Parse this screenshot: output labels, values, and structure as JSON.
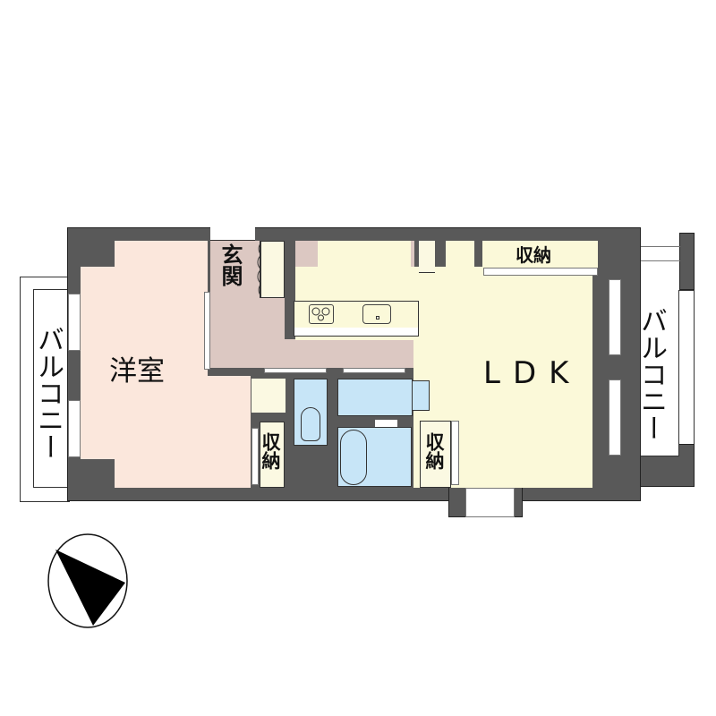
{
  "floorplan": {
    "rooms": {
      "western_room": {
        "label": "洋室",
        "color": "#fbe7dc"
      },
      "entrance": {
        "label": "玄関",
        "color": "#dcc8c2"
      },
      "ldk": {
        "label": "LDK",
        "color": "#fbf9d9"
      },
      "storage_top": {
        "label": "収納",
        "color": "#fbf9d9"
      },
      "storage_left": {
        "label": "収納",
        "color": "#fbf9e2"
      },
      "storage_right": {
        "label": "収納",
        "color": "#fbf9e2"
      },
      "balcony_left": {
        "label": "バルコニー"
      },
      "balcony_right": {
        "label": "バルコニー"
      },
      "wet_area_color": "#c7e5f7"
    },
    "wall_color": "#595959",
    "compass": {
      "name": "north-arrow"
    }
  }
}
